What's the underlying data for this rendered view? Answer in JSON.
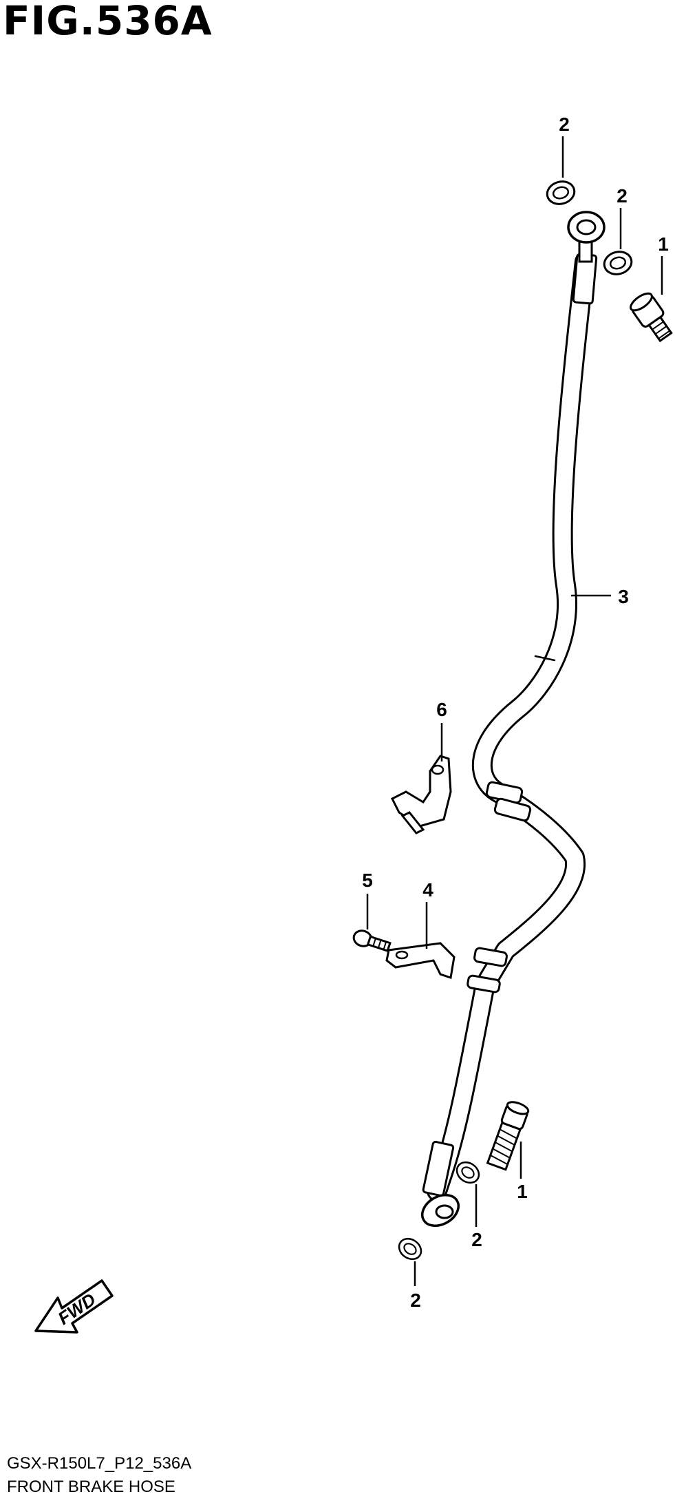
{
  "figure": {
    "title": "FIG.536A",
    "code": "GSX-R150L7_P12_536A",
    "name": "FRONT BRAKE HOSE",
    "direction_label": "FWD"
  },
  "callouts": [
    {
      "id": "c1",
      "number": "2"
    },
    {
      "id": "c2",
      "number": "2"
    },
    {
      "id": "c3",
      "number": "1"
    },
    {
      "id": "c4",
      "number": "3"
    },
    {
      "id": "c5",
      "number": "6"
    },
    {
      "id": "c6",
      "number": "5"
    },
    {
      "id": "c7",
      "number": "4"
    },
    {
      "id": "c8",
      "number": "1"
    },
    {
      "id": "c9",
      "number": "2"
    },
    {
      "id": "c10",
      "number": "2"
    }
  ],
  "colors": {
    "line": "#000000",
    "background": "#ffffff"
  }
}
